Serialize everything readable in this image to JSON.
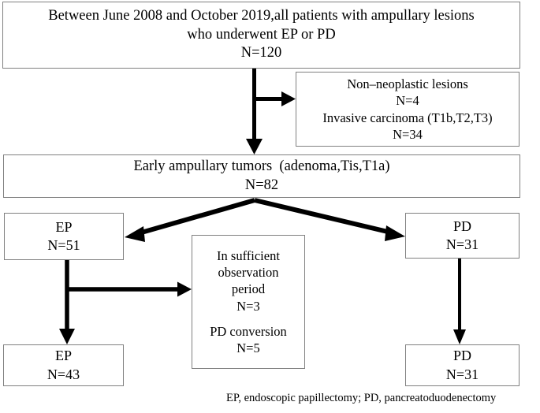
{
  "diagram": {
    "title_flow": "patient-selection-flowchart",
    "footnote": "EP, endoscopic papillectomy; PD, pancreatoduodenectomy",
    "colors": {
      "background": "#ffffff",
      "box_border": "#808080",
      "text": "#000000",
      "connector": "#000000"
    },
    "boxes": {
      "cohort": {
        "line1": "Between June 2008 and October 2019,all patients with ampullary lesions",
        "line2": "who underwent EP or PD",
        "line3": "N=120"
      },
      "excluded": {
        "line1": "Non–neoplastic lesions",
        "line2": "N=4",
        "line3": "Invasive carcinoma (T1b,T2,T3)",
        "line4": "N=34"
      },
      "early_tumors": {
        "line1": "Early ampullary tumors  (adenoma,Tis,T1a)",
        "line2": "N=82"
      },
      "ep_top": {
        "line1": "EP",
        "line2": "N=51"
      },
      "pd_top": {
        "line1": "PD",
        "line2": "N=31"
      },
      "middle_excluded": {
        "line1": "In sufficient",
        "line2": "observation",
        "line3": "period",
        "line4": "N=3",
        "line5": "PD conversion",
        "line6": "N=5"
      },
      "ep_bottom": {
        "line1": "EP",
        "line2": "N=43"
      },
      "pd_bottom": {
        "line1": "PD",
        "line2": "N=31"
      }
    }
  }
}
